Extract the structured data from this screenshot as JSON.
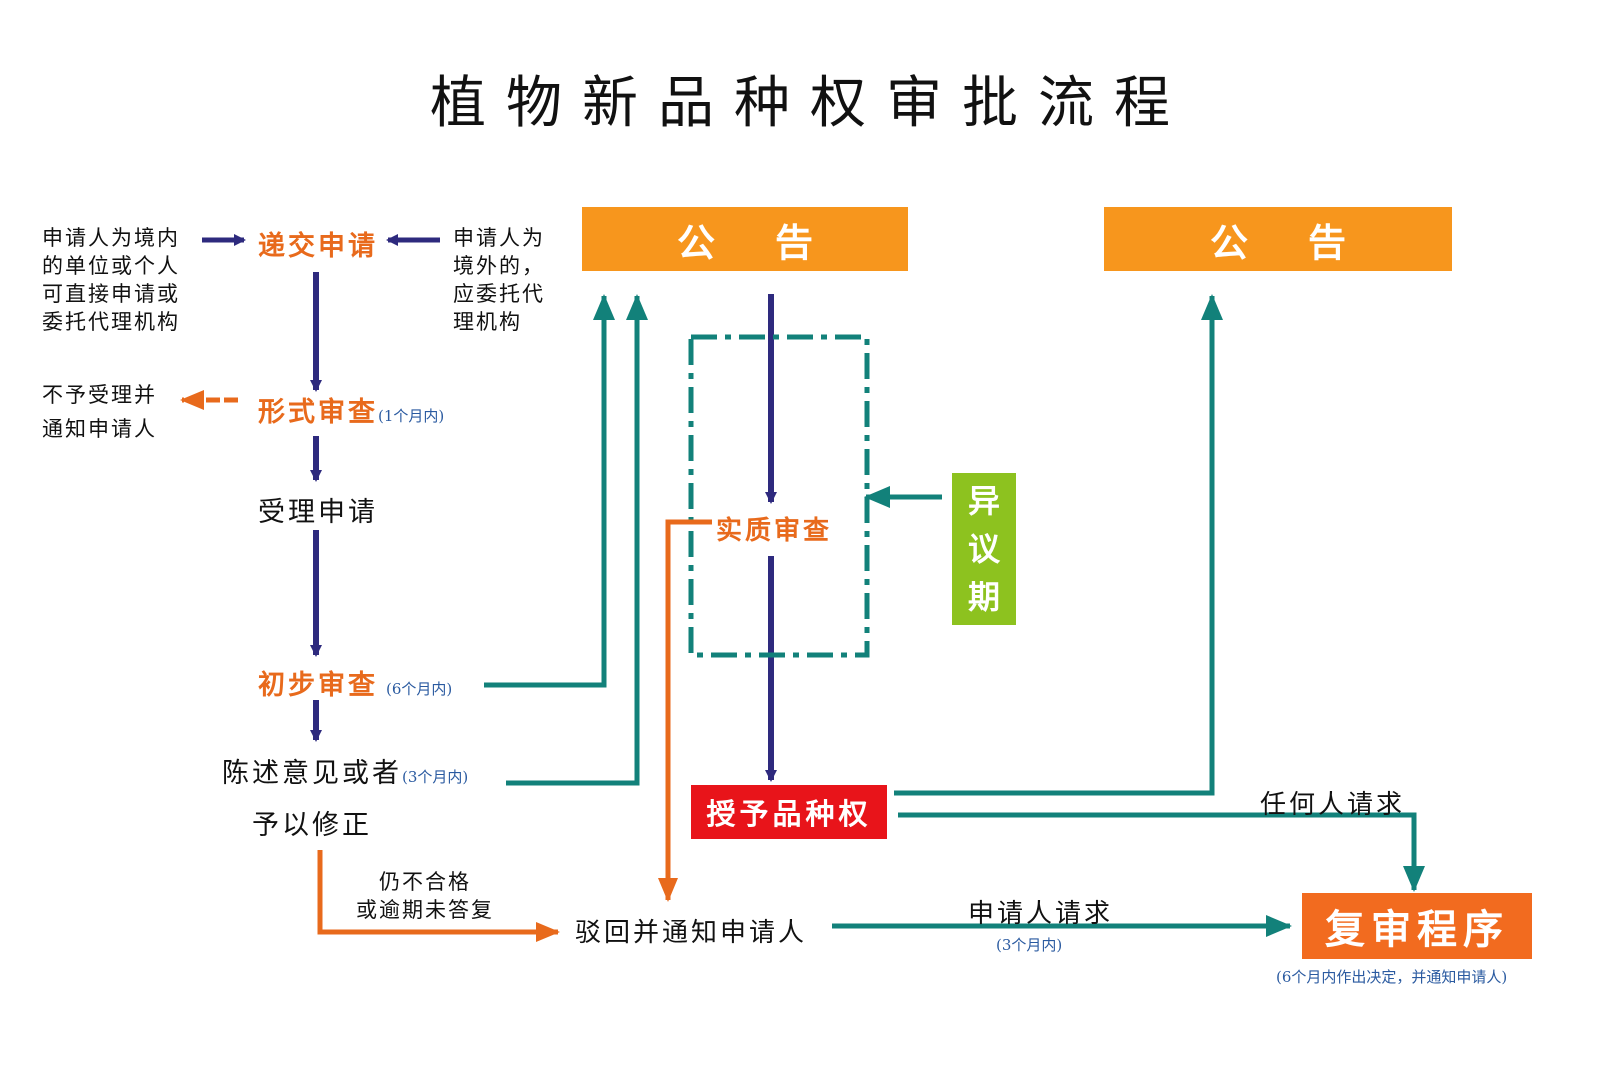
{
  "title": "植物新品种权审批流程",
  "notes": {
    "domestic": [
      "申请人为境内",
      "的单位或个人",
      "可直接申请或",
      "委托代理机构"
    ],
    "foreign": [
      "申请人为",
      "境外的，",
      "应委托代",
      "理机构"
    ],
    "reject_notice": [
      "不予受理并",
      "通知申请人"
    ],
    "still_unqualified": [
      "仍不合格",
      "或逾期未答复"
    ]
  },
  "steps": {
    "submit": "递交申请",
    "formal_exam": "形式审查",
    "formal_exam_time": "(1个月内)",
    "accept": "受理申请",
    "preliminary_exam": "初步审查",
    "preliminary_exam_time": "(6个月内)",
    "opinion_line1": "陈述意见或者",
    "opinion_time": "(3个月内)",
    "opinion_line2": "予以修正",
    "substantive_exam": "实质审查",
    "grant": "授予品种权",
    "reject": "驳回并通知申请人",
    "applicant_request": "申请人请求",
    "request_time": "(3个月内)",
    "anyone_request": "任何人请求",
    "review": "复审程序",
    "review_time": "(6个月内作出决定，并通知申请人)"
  },
  "announcements": [
    "公告",
    "公告"
  ],
  "objection": [
    "异",
    "议",
    "期"
  ],
  "colors": {
    "orange": "#e86a1c",
    "navy": "#2e2a7e",
    "teal": "#12817a",
    "announce": "#f7961d",
    "grant": "#e8141a",
    "review": "#f26b1f",
    "objection": "#8dc21f"
  }
}
